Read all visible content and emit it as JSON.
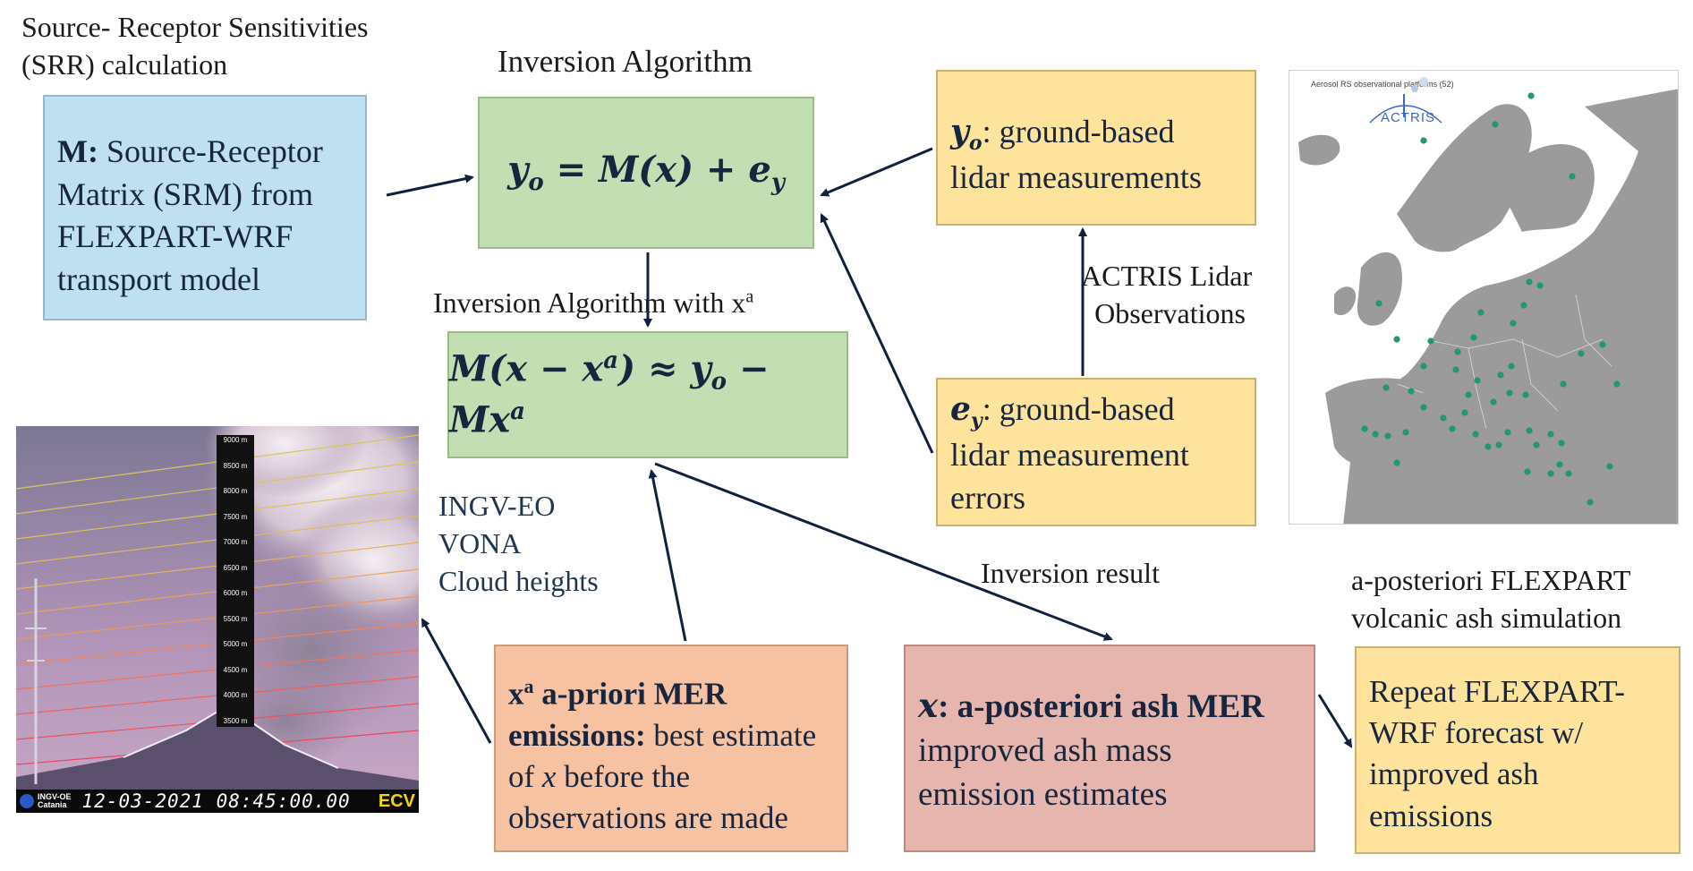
{
  "labels": {
    "srr_line1": "Source- Receptor Sensitivities",
    "srr_line2": "(SRR) calculation",
    "inversion_algorithm": "Inversion Algorithm",
    "inversion_with_xa": "Inversion Algorithm with  x",
    "inversion_with_xa_sup": "a",
    "actris_line1": "ACTRIS Lidar",
    "actris_line2": "Observations",
    "ingv_line1": "INGV-EO",
    "ingv_line2": "VONA",
    "ingv_line3": "Cloud heights",
    "inversion_result": "Inversion result",
    "posteriori_line1": "a-posteriori FLEXPART",
    "posteriori_line2": "volcanic ash simulation"
  },
  "boxes": {
    "srm": {
      "bold": "M:",
      "line1_rest": " Source-Receptor",
      "line2": "Matrix (SRM)  from",
      "line3": "FLEXPART-WRF",
      "line4": "transport model"
    },
    "equation1": {
      "yo": "y",
      "yo_sub": "o",
      "middle": " = M(x) + e",
      "ey_sub": "y"
    },
    "equation2": {
      "left": "M(x − x",
      "sup_a": "a",
      "approx": ") ≈  y",
      "yo_sub": "o",
      "right": " − Mx",
      "sup_a2": "a"
    },
    "yo_box": {
      "sym": "y",
      "sym_sub": "o",
      "line1_rest": ": ground-based",
      "line2": "lidar measurements"
    },
    "ey_box": {
      "sym": "e",
      "sym_sub": "y",
      "line1_rest": ": ground-based",
      "line2": "lidar measurement",
      "line3": "errors"
    },
    "apriori": {
      "xa": "x",
      "xa_sup": "a",
      "bold1": " a-priori MER",
      "bold2": "emissions:",
      "line2_rest": " best estimate",
      "line3_pre": "of ",
      "line3_it": "x",
      "line3_post": " before the",
      "line4": "observations are made"
    },
    "aposteriori": {
      "sym": "x",
      "bold_rest": ": a-posteriori ash MER",
      "line2": "improved ash mass",
      "line3": "emission estimates"
    },
    "repeat": {
      "line1": "Repeat FLEXPART-",
      "line2": "WRF forecast w/",
      "line3": "improved ash",
      "line4": "emissions"
    }
  },
  "webcam": {
    "heights": [
      "9000 m",
      "8500 m",
      "8000 m",
      "7500 m",
      "7000 m",
      "6500 m",
      "6000 m",
      "5500 m",
      "5000 m",
      "4500 m",
      "4000 m",
      "3500 m"
    ],
    "logo_line1": "INGV-OE",
    "logo_line2": "Catania",
    "timestamp": "12-03-2021  08:45:00.00",
    "camera_code": "ECV"
  },
  "map": {
    "header": "Aerosol RS observational platforms (52)",
    "logo_text": "ACTRIS"
  },
  "colors": {
    "arrow": "#10213f",
    "blue_box": "#bfe0f1",
    "green_box": "#c4deb3",
    "yellow_box": "#fde39b",
    "orange_box": "#f7c2a2",
    "rose_box": "#e6b5ad",
    "station_dot": "#1f9a6c"
  }
}
